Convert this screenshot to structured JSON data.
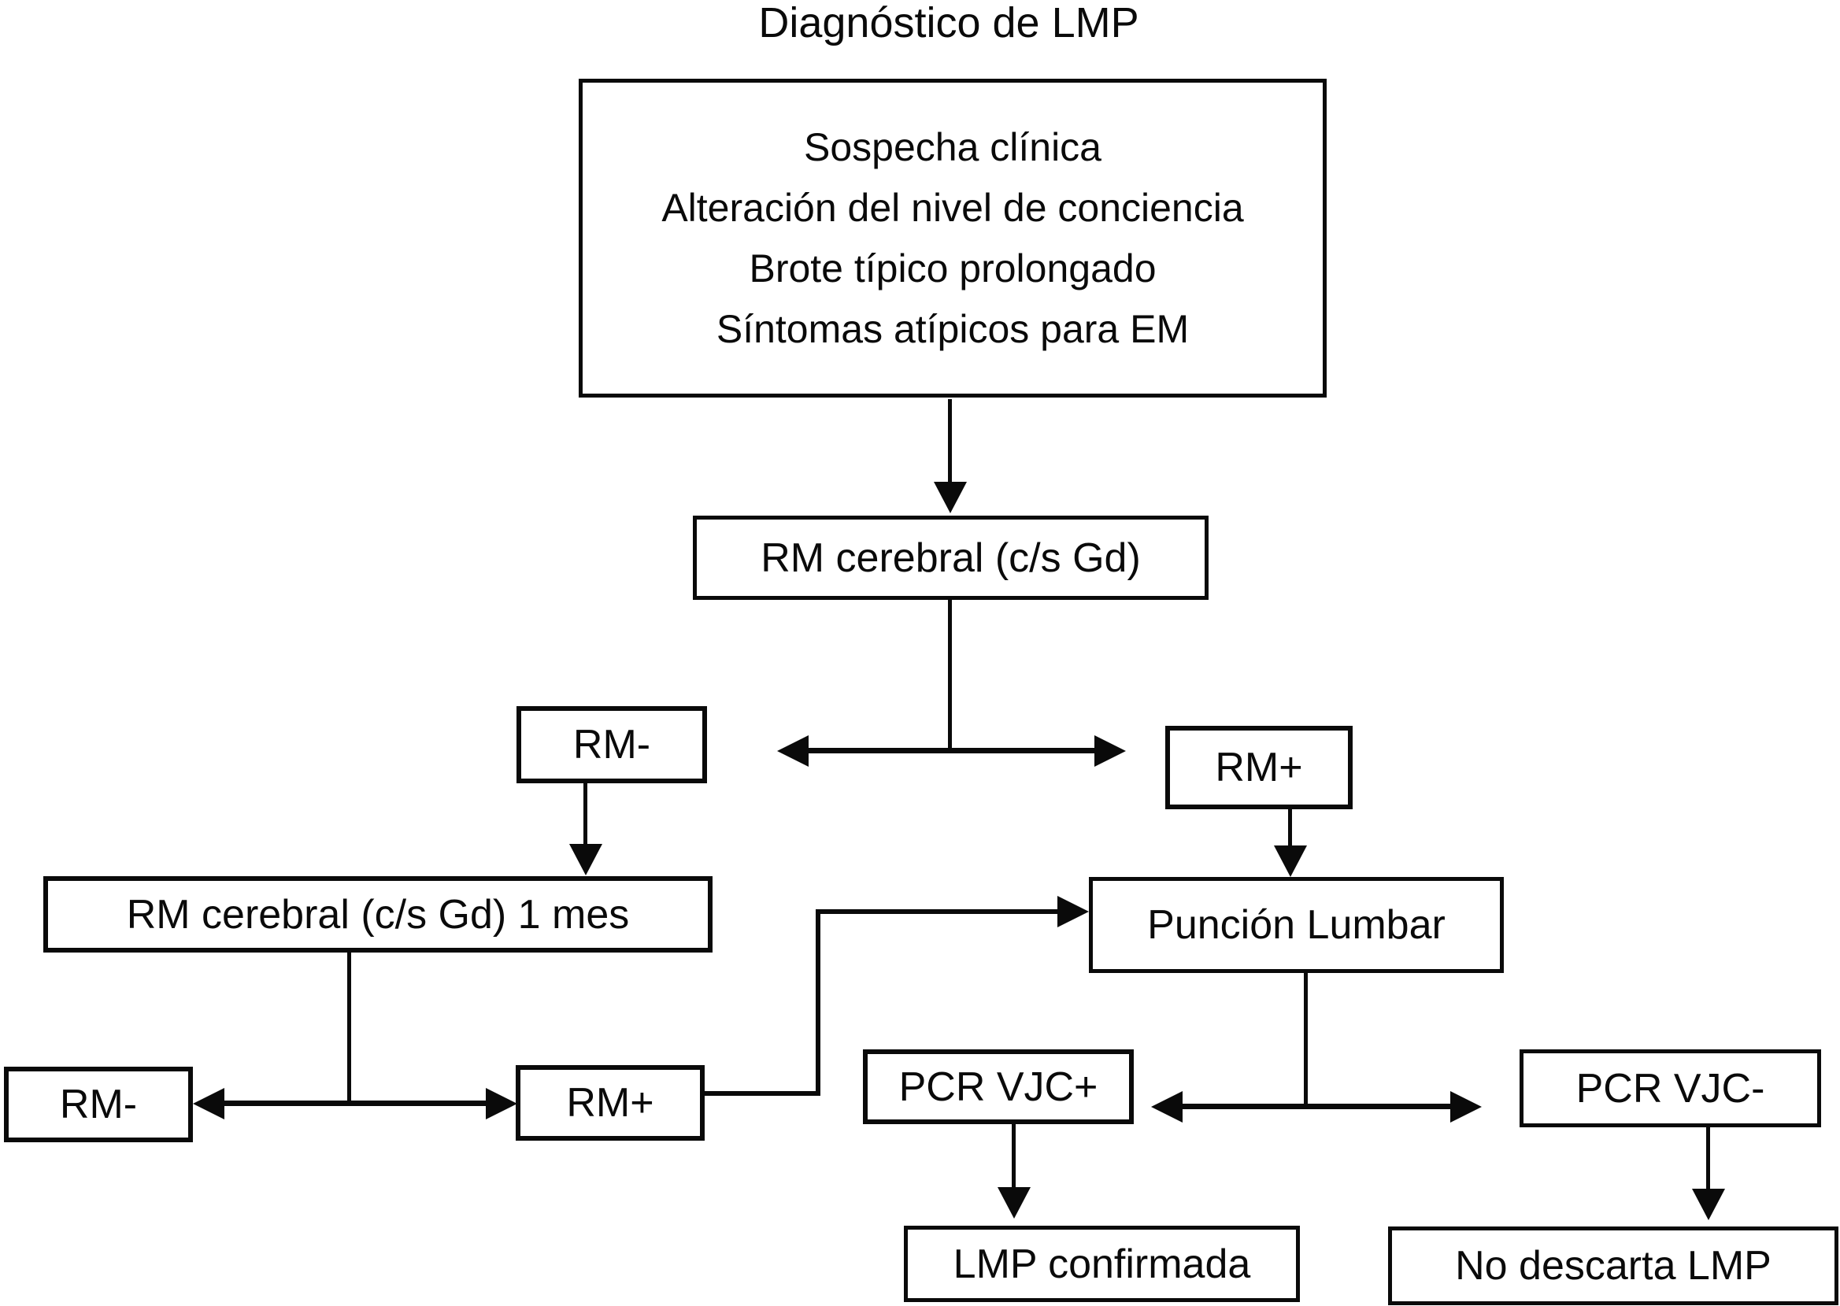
{
  "title": "Diagnóstico de LMP",
  "nodes": {
    "sospecha": {
      "lines": [
        "Sospecha clínica",
        "Alteración del nivel de conciencia",
        "Brote típico prolongado",
        "Síntomas atípicos para EM"
      ]
    },
    "rm_cerebral": {
      "label": "RM cerebral (c/s Gd)"
    },
    "rm_neg_1": {
      "label": "RM-"
    },
    "rm_pos_1": {
      "label": "RM+"
    },
    "rm_cerebral_1mes": {
      "label": "RM cerebral (c/s Gd) 1 mes"
    },
    "puncion_lumbar": {
      "label": "Punción Lumbar"
    },
    "rm_neg_2": {
      "label": "RM-"
    },
    "rm_pos_2": {
      "label": "RM+"
    },
    "pcr_vjc_pos": {
      "label": "PCR VJC+"
    },
    "pcr_vjc_neg": {
      "label": "PCR VJC-"
    },
    "lmp_confirmada": {
      "label": "LMP confirmada"
    },
    "no_descarta_lmp": {
      "label": "No descarta LMP"
    }
  },
  "colors": {
    "line": "#0a0a0a",
    "background": "#ffffff",
    "text": "#0a0a0a"
  }
}
